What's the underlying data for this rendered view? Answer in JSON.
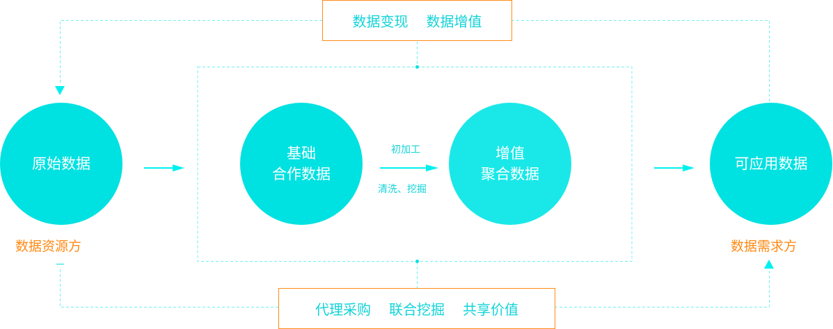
{
  "top_box": {
    "items": [
      "数据变现",
      "数据增值"
    ]
  },
  "bottom_box": {
    "items": [
      "代理采购",
      "联合挖掘",
      "共享价值"
    ]
  },
  "nodes": {
    "raw": {
      "label": "原始数据"
    },
    "basic": {
      "line1": "基础",
      "line2": "合作数据"
    },
    "value": {
      "line1": "增值",
      "line2": "聚合数据"
    },
    "usable": {
      "label": "可应用数据"
    }
  },
  "labels": {
    "source": "数据资源方",
    "demand": "数据需求方",
    "process_top": "初加工",
    "process_bottom": "清洗、挖掘"
  },
  "colors": {
    "circle": "#00e1e1",
    "accent": "#ff8a14",
    "line": "#00f0f0"
  }
}
